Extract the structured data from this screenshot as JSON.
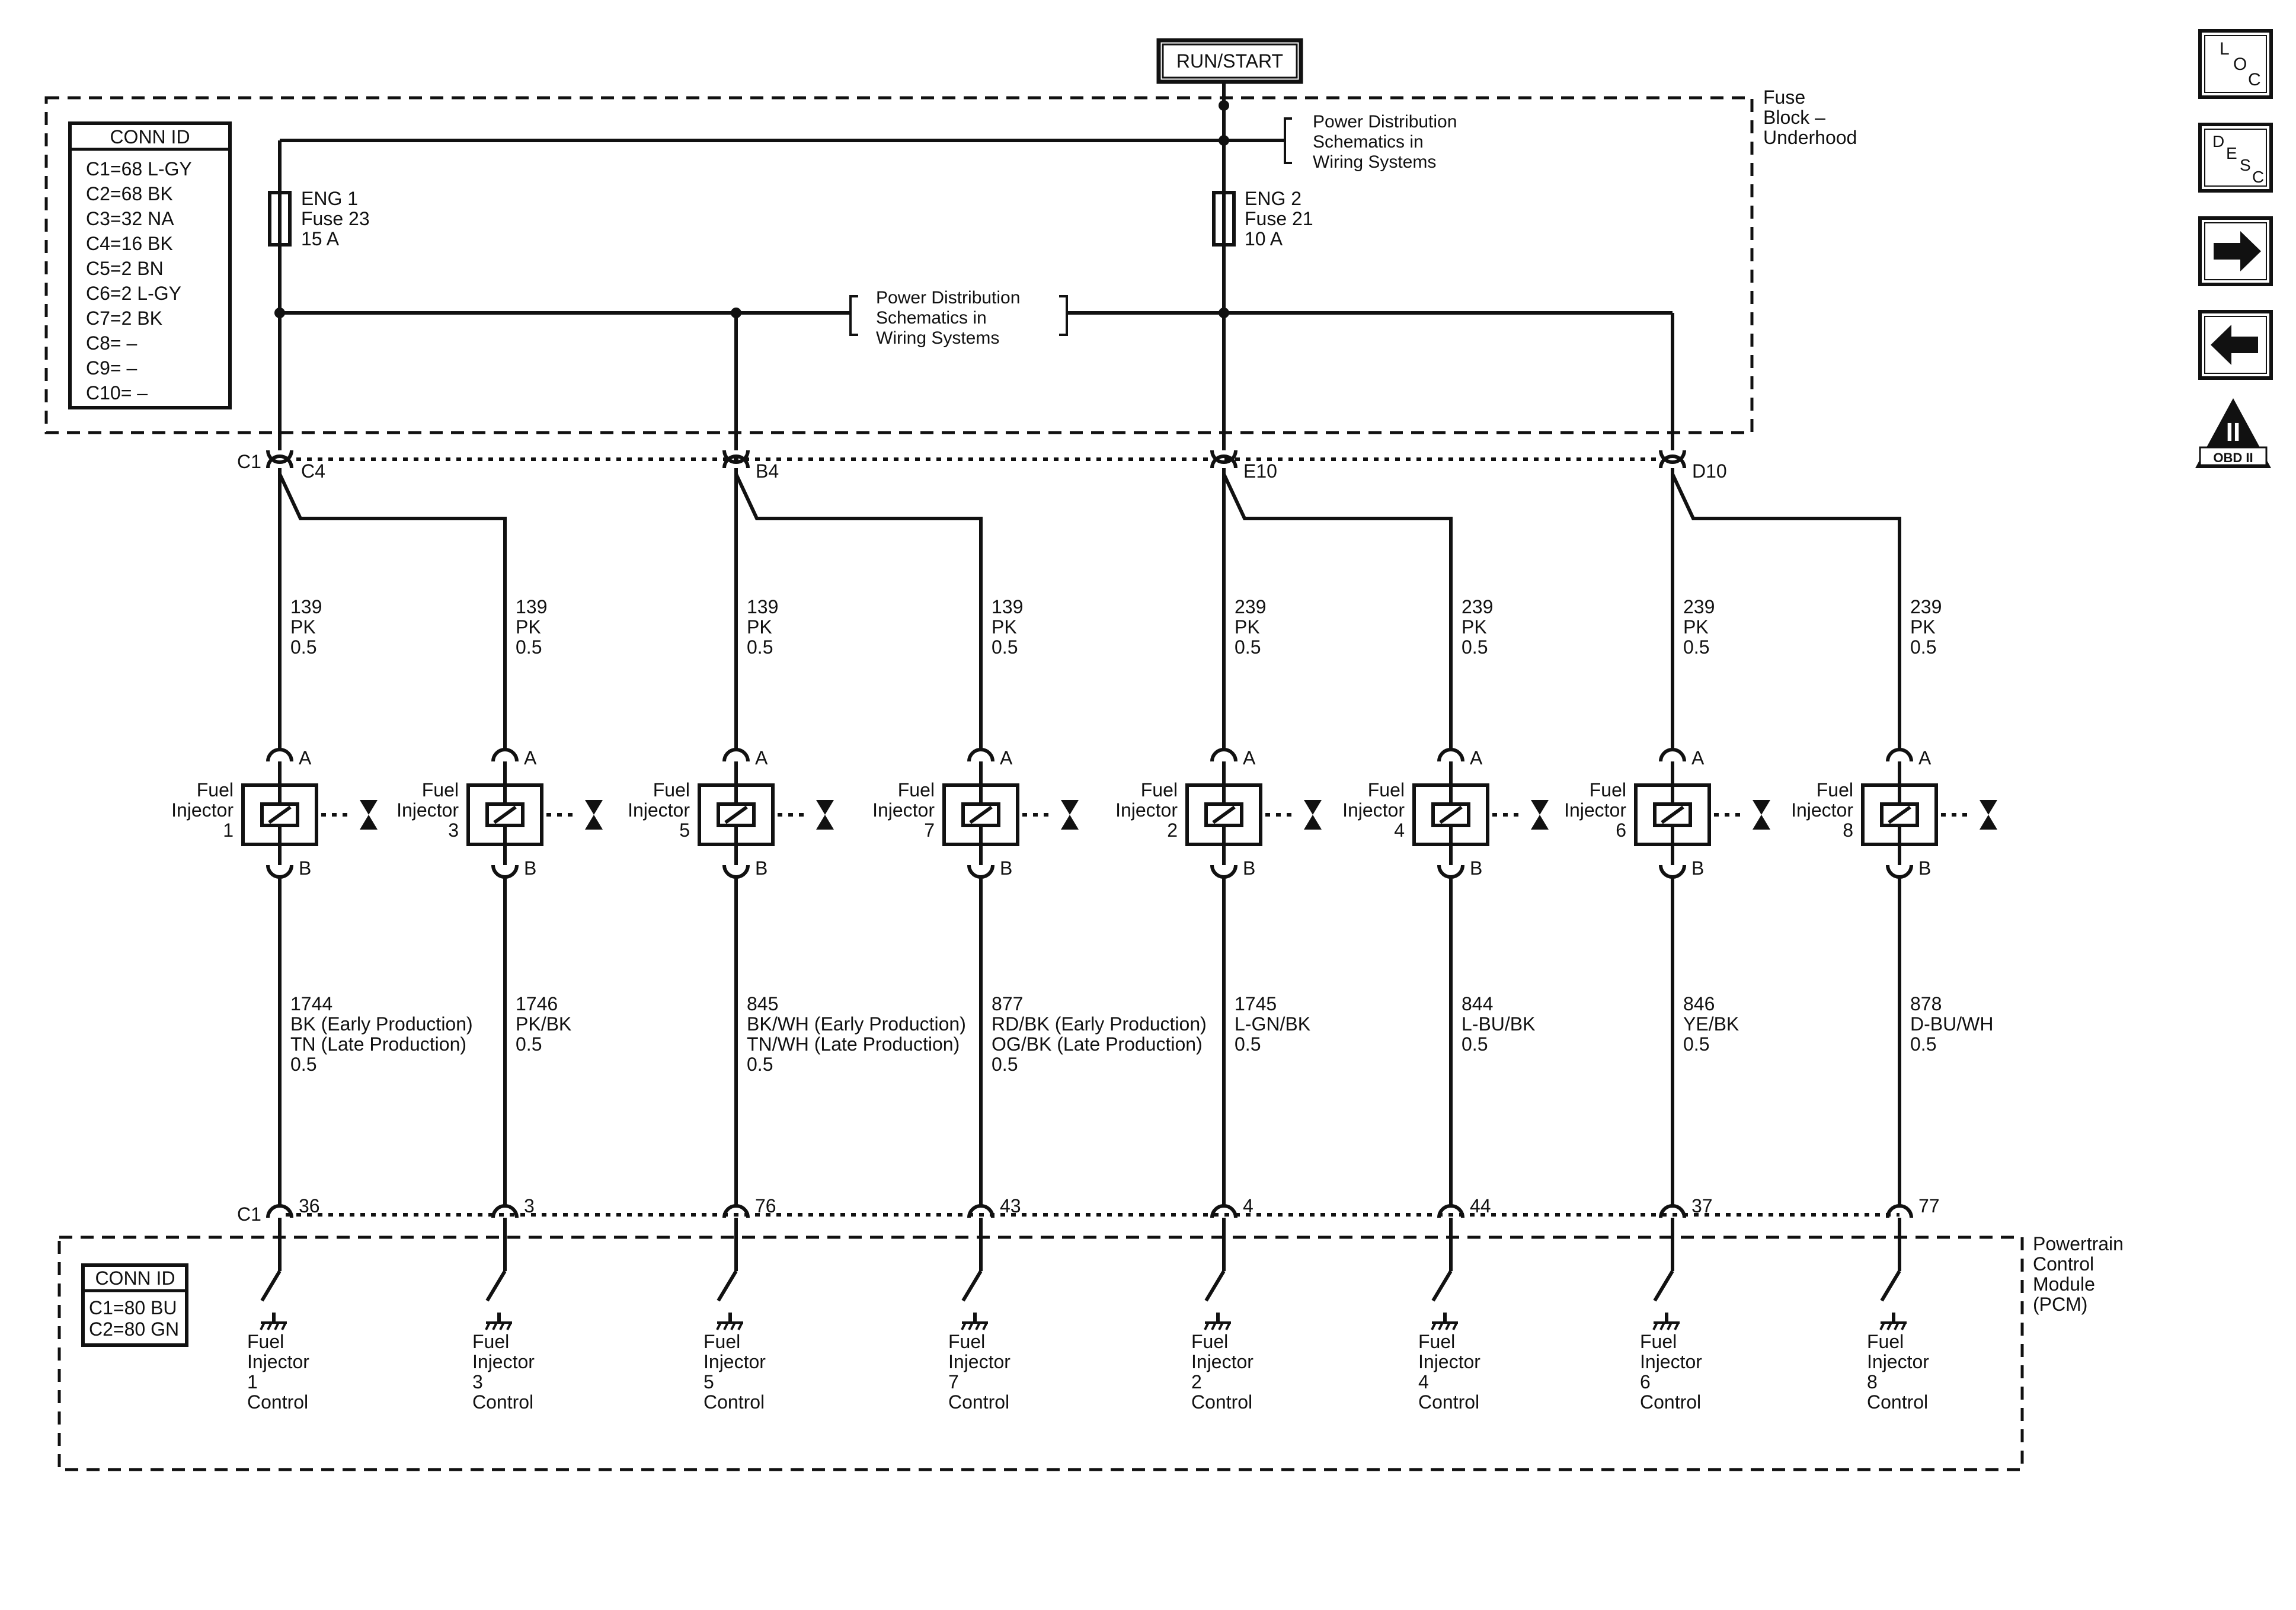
{
  "supply": {
    "label": "RUN/START"
  },
  "fuse_block": {
    "label": [
      "Fuse",
      "Block –",
      "Underhood"
    ]
  },
  "power_dist_note": [
    "Power Distribution",
    "Schematics in",
    "Wiring Systems"
  ],
  "conn_id_top": {
    "title": "CONN ID",
    "rows": [
      "C1=68 L-GY",
      "C2=68 BK",
      "C3=32 NA",
      "C4=16 BK",
      "C5=2 BN",
      "C6=2 L-GY",
      "C7=2 BK",
      "C8= –",
      "C9= –",
      "C10= –"
    ]
  },
  "fuses": [
    {
      "lines": [
        "ENG 1",
        "Fuse 23",
        "15 A"
      ]
    },
    {
      "lines": [
        "ENG 2",
        "Fuse 21",
        "10 A"
      ]
    }
  ],
  "fuse_block_pins": {
    "c1": "C1",
    "pins": [
      "C4",
      "B4",
      "E10",
      "D10"
    ]
  },
  "pcm": {
    "label": [
      "Powertrain",
      "Control",
      "Module",
      "(PCM)"
    ],
    "conn_id": {
      "title": "CONN ID",
      "rows": [
        "C1=80 BU",
        "C2=80 GN"
      ]
    },
    "c1": "C1"
  },
  "injectors": [
    {
      "name": "Fuel Injector 1",
      "label": [
        "Fuel",
        "Injector",
        "1"
      ],
      "pin_a": "A",
      "pin_b": "B",
      "feed": [
        "139",
        "PK",
        "0.5"
      ],
      "ctrl": [
        "1744",
        "BK (Early Production)",
        "TN (Late Production)",
        "0.5"
      ],
      "pcm_pin": "36",
      "pcm_label": [
        "Fuel",
        "Injector",
        "1",
        "Control"
      ]
    },
    {
      "name": "Fuel Injector 3",
      "label": [
        "Fuel",
        "Injector",
        "3"
      ],
      "pin_a": "A",
      "pin_b": "B",
      "feed": [
        "139",
        "PK",
        "0.5"
      ],
      "ctrl": [
        "1746",
        "PK/BK",
        "0.5"
      ],
      "pcm_pin": "3",
      "pcm_label": [
        "Fuel",
        "Injector",
        "3",
        "Control"
      ]
    },
    {
      "name": "Fuel Injector 5",
      "label": [
        "Fuel",
        "Injector",
        "5"
      ],
      "pin_a": "A",
      "pin_b": "B",
      "feed": [
        "139",
        "PK",
        "0.5"
      ],
      "ctrl": [
        "845",
        "BK/WH (Early Production)",
        "TN/WH (Late Production)",
        "0.5"
      ],
      "pcm_pin": "76",
      "pcm_label": [
        "Fuel",
        "Injector",
        "5",
        "Control"
      ]
    },
    {
      "name": "Fuel Injector 7",
      "label": [
        "Fuel",
        "Injector",
        "7"
      ],
      "pin_a": "A",
      "pin_b": "B",
      "feed": [
        "139",
        "PK",
        "0.5"
      ],
      "ctrl": [
        "877",
        "RD/BK (Early Production)",
        "OG/BK (Late Production)",
        "0.5"
      ],
      "pcm_pin": "43",
      "pcm_label": [
        "Fuel",
        "Injector",
        "7",
        "Control"
      ]
    },
    {
      "name": "Fuel Injector 2",
      "label": [
        "Fuel",
        "Injector",
        "2"
      ],
      "pin_a": "A",
      "pin_b": "B",
      "feed": [
        "239",
        "PK",
        "0.5"
      ],
      "ctrl": [
        "1745",
        "L-GN/BK",
        "0.5"
      ],
      "pcm_pin": "4",
      "pcm_label": [
        "Fuel",
        "Injector",
        "2",
        "Control"
      ]
    },
    {
      "name": "Fuel Injector 4",
      "label": [
        "Fuel",
        "Injector",
        "4"
      ],
      "pin_a": "A",
      "pin_b": "B",
      "feed": [
        "239",
        "PK",
        "0.5"
      ],
      "ctrl": [
        "844",
        "L-BU/BK",
        "0.5"
      ],
      "pcm_pin": "44",
      "pcm_label": [
        "Fuel",
        "Injector",
        "4",
        "Control"
      ]
    },
    {
      "name": "Fuel Injector 6",
      "label": [
        "Fuel",
        "Injector",
        "6"
      ],
      "pin_a": "A",
      "pin_b": "B",
      "feed": [
        "239",
        "PK",
        "0.5"
      ],
      "ctrl": [
        "846",
        "YE/BK",
        "0.5"
      ],
      "pcm_pin": "37",
      "pcm_label": [
        "Fuel",
        "Injector",
        "6",
        "Control"
      ]
    },
    {
      "name": "Fuel Injector 8",
      "label": [
        "Fuel",
        "Injector",
        "8"
      ],
      "pin_a": "A",
      "pin_b": "B",
      "feed": [
        "239",
        "PK",
        "0.5"
      ],
      "ctrl": [
        "878",
        "D-BU/WH",
        "0.5"
      ],
      "pcm_pin": "77",
      "pcm_label": [
        "Fuel",
        "Injector",
        "8",
        "Control"
      ]
    }
  ],
  "side_nav": {
    "loc": {
      "letters": [
        "L",
        "O",
        "C"
      ],
      "icon": "loc-icon"
    },
    "desc": {
      "letters": [
        "D",
        "E",
        "S",
        "C"
      ],
      "icon": "desc-icon"
    },
    "next": {
      "icon": "arrow-right-icon"
    },
    "prev": {
      "icon": "arrow-left-icon"
    },
    "obd": {
      "roman": "II",
      "text": "OBD II",
      "icon": "obd-ii-icon"
    }
  }
}
